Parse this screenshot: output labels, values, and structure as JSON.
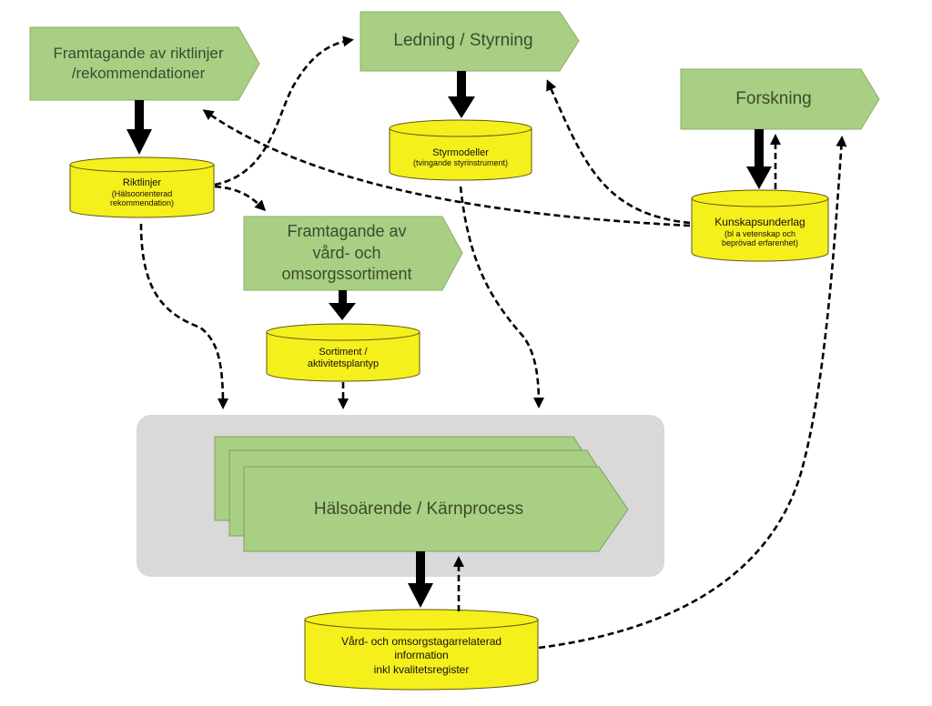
{
  "colors": {
    "process_fill": "#a9cf84",
    "process_stroke": "#8aad67",
    "store_fill": "#f5ef1c",
    "store_stroke": "#5d5a10",
    "arrow": "#000000",
    "container": "#d9d9d9"
  },
  "processes": {
    "riktlinjer_process": "Framtagande av riktlinjer /rekommendationer",
    "ledning": "Ledning / Styrning",
    "forskning": "Forskning",
    "sortiment_process": [
      "Framtagande av",
      "vård- och",
      "omsorgssortiment"
    ],
    "karnprocess": "Hälsoärende / Kärnprocess"
  },
  "stores": {
    "riktlinjer": {
      "title": "Riktlinjer",
      "sub": [
        "(Hälsoorienterad",
        "rekommendation)"
      ]
    },
    "styrmodeller": {
      "title": "Styrmodeller",
      "sub": [
        "(tvingande styrinstrument)"
      ]
    },
    "kunskapsunderlag": {
      "title": "Kunskapsunderlag",
      "sub": [
        "(bl a vetenskap och",
        "beprövad erfarenhet)"
      ]
    },
    "sortiment": {
      "lines": [
        "Sortiment /",
        "aktivitetsplantyp"
      ]
    },
    "information": {
      "lines": [
        "Vård- och omsorgstagarrelaterad",
        "information",
        "inkl kvalitetsregister"
      ]
    }
  }
}
